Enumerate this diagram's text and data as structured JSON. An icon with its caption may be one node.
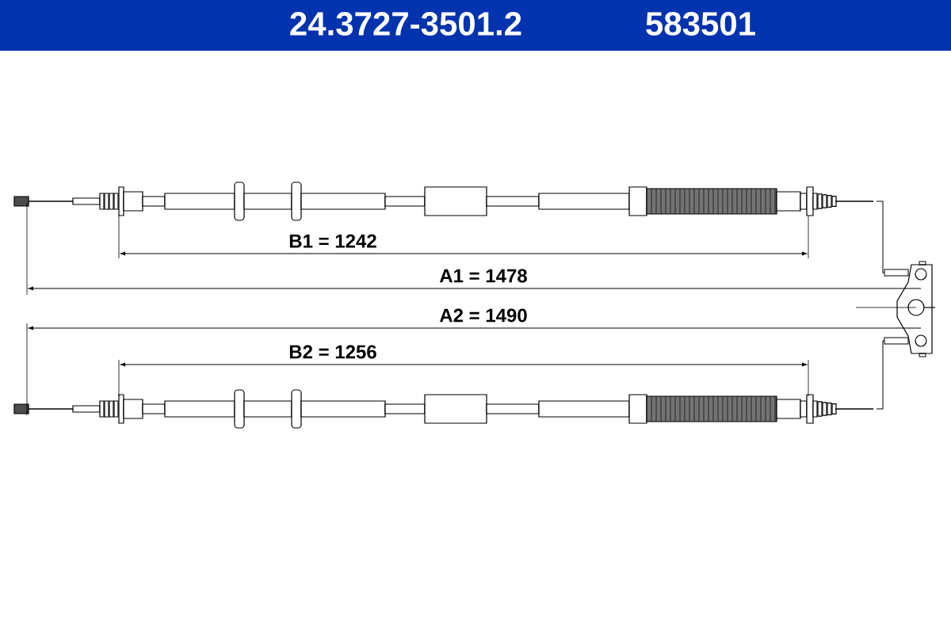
{
  "diagram": {
    "labels": [
      "24.3727-3501.2",
      "583501",
      "B1 = 1242",
      "A1 = 1478",
      "A2 = 1490",
      "B2 = 1256"
    ]
  }
}
